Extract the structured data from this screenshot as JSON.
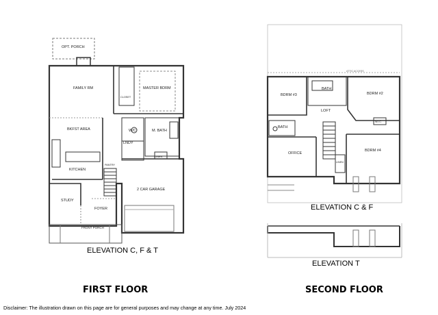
{
  "first_floor": {
    "heading": "FIRST FLOOR",
    "elevation_label": "ELEVATION C, F & T",
    "rooms": {
      "opt_porch": "OPT. PORCH",
      "family_rm": "FAMILY RM",
      "master_bdrm": "MASTER BDRM",
      "bkfast_area": "BKFST AREA",
      "kitchen": "KITCHEN",
      "wic": "W/C",
      "m_bath": "M. BATH",
      "laundry": "LNDY",
      "study": "STUDY",
      "foyer": "FOYER",
      "front_porch": "FRONT PORCH",
      "garage": "2 CAR GARAGE",
      "linen": "LINEN",
      "pantry": "PANTRY",
      "closet": "CLOSET"
    }
  },
  "second_floor": {
    "heading": "SECOND FLOOR",
    "elevation_cf_label": "ELEVATION C & F",
    "elevation_t_label": "ELEVATION T",
    "attic_note": "ATTIC ACCESS",
    "rooms": {
      "bdrm3": "BDRM #3",
      "bath1": "BATH",
      "bdrm2": "BDRM #2",
      "loft": "LOFT",
      "bath2": "BATH",
      "office": "OFFICE",
      "bdrm4": "BDRM #4",
      "wic": "W.I.C.",
      "linen": "LINEN"
    }
  },
  "disclaimer": "Disclaimer: The illustration drawn on this page are for general purposes and may change at any time. July 2024"
}
